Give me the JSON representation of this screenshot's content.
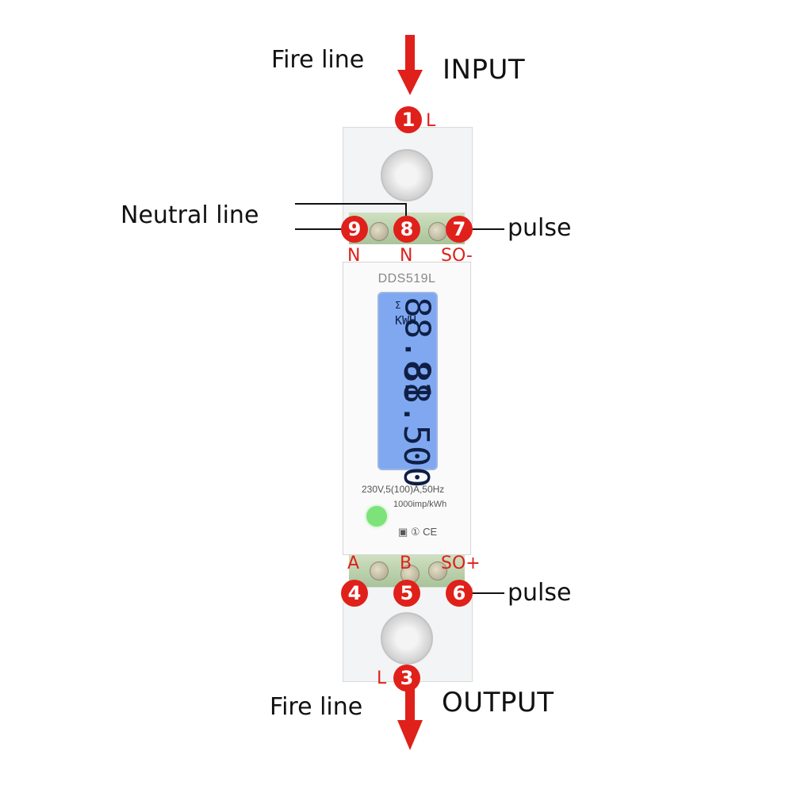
{
  "input": {
    "title": "INPUT",
    "line_label": "Fire  line"
  },
  "output": {
    "title": "OUTPUT",
    "line_label": "Fire  line"
  },
  "neutral_label": "Neutral line",
  "pulse_label_top": "pulse",
  "pulse_label_bottom": "pulse",
  "terminals": [
    {
      "number": "1",
      "tag": "L"
    },
    {
      "number": "9",
      "tag": "N"
    },
    {
      "number": "8",
      "tag": "N"
    },
    {
      "number": "7",
      "tag": "SO-"
    },
    {
      "number": "4",
      "tag": "A"
    },
    {
      "number": "5",
      "tag": "B"
    },
    {
      "number": "6",
      "tag": "SO+"
    },
    {
      "number": "3",
      "tag": "L"
    }
  ],
  "meter": {
    "model": "DDS519L",
    "lcd_unit": "KWH",
    "lcd_symbol": "Σ",
    "lcd_reading_top": "88.81",
    "lcd_reading_bottom": "88.500",
    "rating": "230V,5(100)A,50Hz",
    "constant": "1000imp/kWh",
    "marks": "▣ ① CE"
  },
  "colors": {
    "accent": "#e0201a",
    "lcd": "#7fa8f0",
    "led": "#7de27a"
  }
}
